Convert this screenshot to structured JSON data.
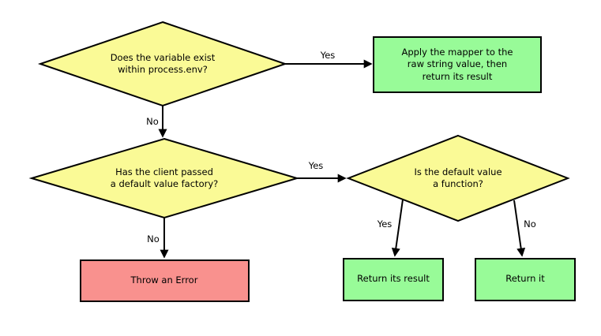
{
  "diagram": {
    "type": "flowchart",
    "colors": {
      "background": "#FFFFFF",
      "decision_fill": "#FAFA96",
      "action_fill": "#98FB98",
      "error_fill": "#F9918E",
      "stroke": "#000000",
      "text": "#000000"
    },
    "nodes": {
      "decision_env_exists": "Does the variable exist\nwithin process.env?",
      "action_apply_mapper": "Apply the mapper to the\nraw string value, then\nreturn its result",
      "decision_default_factory": "Has the client passed\na default value factory?",
      "decision_default_is_function": "Is the default value\na function?",
      "action_throw_error": "Throw an Error",
      "action_return_its_result": "Return its result",
      "action_return_it": "Return it"
    },
    "edge_labels": {
      "env_yes": "Yes",
      "env_no": "No",
      "factory_yes": "Yes",
      "factory_no": "No",
      "function_yes": "Yes",
      "function_no": "No"
    }
  }
}
